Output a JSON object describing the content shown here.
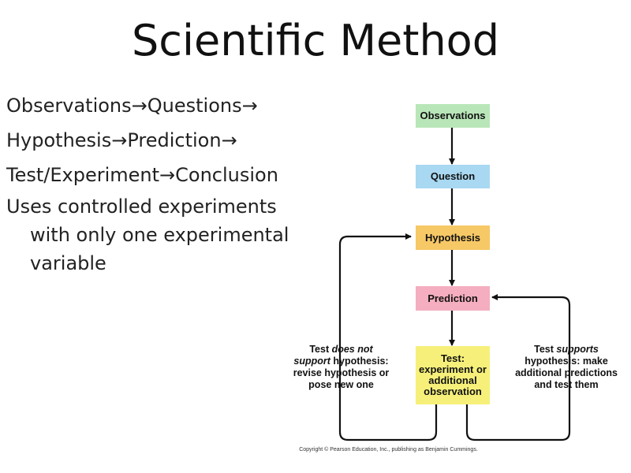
{
  "title": "Scientific Method",
  "bullets": {
    "line1": "Observations→Questions→",
    "line2": "Hypothesis→Prediction→",
    "line3": "Test/Experiment→Conclusion",
    "line4a": "Uses controlled experiments",
    "line4b": "with only one experimental",
    "line4c": "variable"
  },
  "diagram": {
    "boxes": {
      "observations": {
        "label": "Observations",
        "color": "#b9e6b9"
      },
      "question": {
        "label": "Question",
        "color": "#a9d8f2"
      },
      "hypothesis": {
        "label": "Hypothesis",
        "color": "#f7c866"
      },
      "prediction": {
        "label": "Prediction",
        "color": "#f4aebf"
      },
      "test_l1": "Test:",
      "test_l2": "experiment or",
      "test_l3": "additional",
      "test_l4": "observation",
      "test_color": "#f6f07a"
    },
    "left_note": {
      "p1": "Test ",
      "p1_em": "does not",
      "p2_em": "support",
      "p2": " hypothesis:",
      "p3": "revise hypothesis or",
      "p4": "pose new one"
    },
    "right_note": {
      "p1": "Test ",
      "p1_em": "supports",
      "p2": "hypothesis: make",
      "p3": "additional predictions",
      "p4": "and test them"
    },
    "copyright": "Copyright © Pearson Education, Inc., publishing as Benjamin Cummings."
  }
}
